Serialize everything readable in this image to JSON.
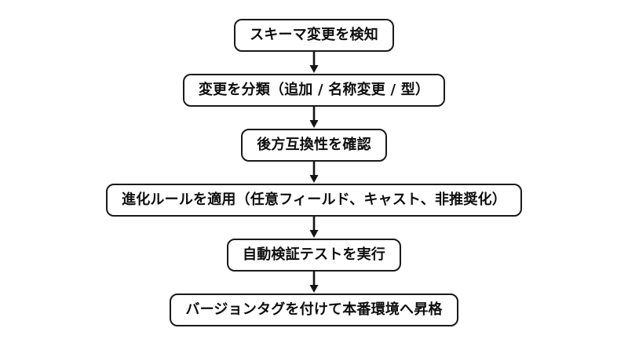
{
  "diagram": {
    "type": "flowchart",
    "orientation": "top-to-bottom",
    "background_color": "#ffffff",
    "node_border_color": "#1a1a1a",
    "node_fill_color": "#ffffff",
    "text_color": "#0d0d0d",
    "arrow_color": "#141414",
    "nodes": [
      {
        "id": "detect",
        "label": "スキーマ変更を検知"
      },
      {
        "id": "classify",
        "label": "変更を分類（追加 / 名称変更 / 型）"
      },
      {
        "id": "compat",
        "label": "後方互換性を確認"
      },
      {
        "id": "rules",
        "label": "進化ルールを適用（任意フィールド、キャスト、非推奨化）"
      },
      {
        "id": "validate",
        "label": "自動検証テストを実行"
      },
      {
        "id": "promote",
        "label": "バージョンタグを付けて本番環境へ昇格"
      }
    ],
    "edges": [
      {
        "from": "detect",
        "to": "classify",
        "style": "solid-arrow"
      },
      {
        "from": "classify",
        "to": "compat",
        "style": "solid-arrow"
      },
      {
        "from": "compat",
        "to": "rules",
        "style": "solid-arrow"
      },
      {
        "from": "rules",
        "to": "validate",
        "style": "solid-arrow"
      },
      {
        "from": "validate",
        "to": "promote",
        "style": "solid-arrow"
      }
    ]
  }
}
